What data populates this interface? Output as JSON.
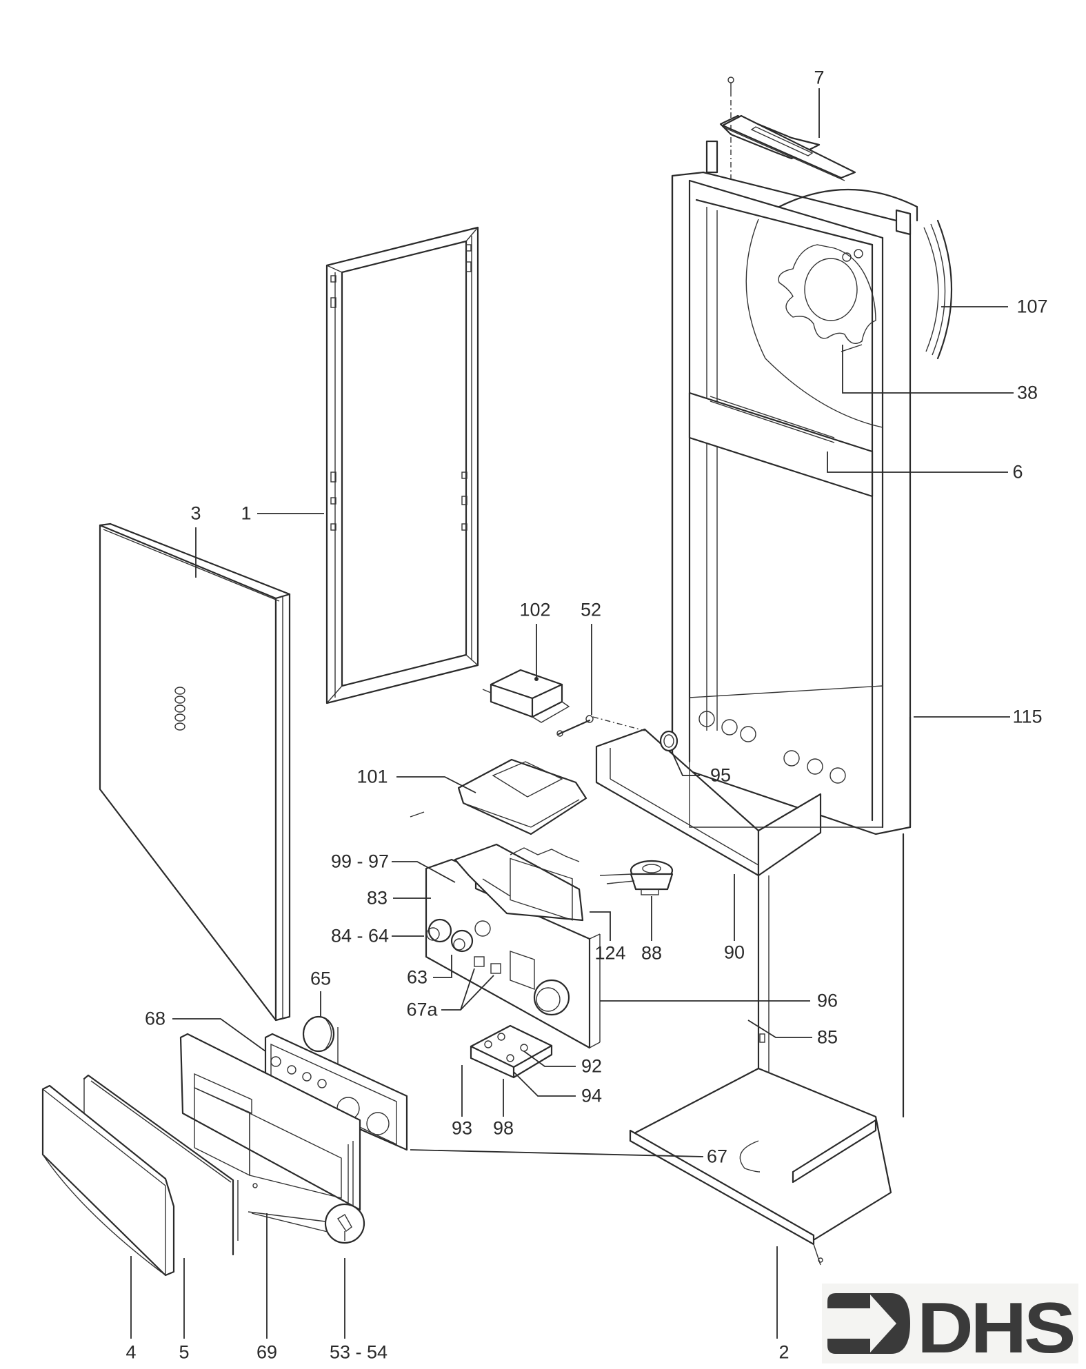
{
  "diagram": {
    "title": "Boiler casing exploded parts diagram",
    "type": "exploded-view",
    "part_labels": {
      "p7": "7",
      "p107": "107",
      "p38": "38",
      "p6": "6",
      "p115": "115",
      "p3": "3",
      "p1": "1",
      "p102": "102",
      "p52": "52",
      "p101": "101",
      "p95": "95",
      "p99_97": "99 - 97",
      "p83": "83",
      "p84_64": "84 - 64",
      "p124": "124",
      "p88": "88",
      "p90": "90",
      "p63": "63",
      "p67a": "67a",
      "p96": "96",
      "p85": "85",
      "p65": "65",
      "p68": "68",
      "p92": "92",
      "p94": "94",
      "p93": "93",
      "p98": "98",
      "p67": "67",
      "p4": "4",
      "p5": "5",
      "p69": "69",
      "p53_54": "53 - 54",
      "p2": "2"
    }
  },
  "logo": {
    "text": "DHS",
    "color": "#3a3a3a"
  }
}
